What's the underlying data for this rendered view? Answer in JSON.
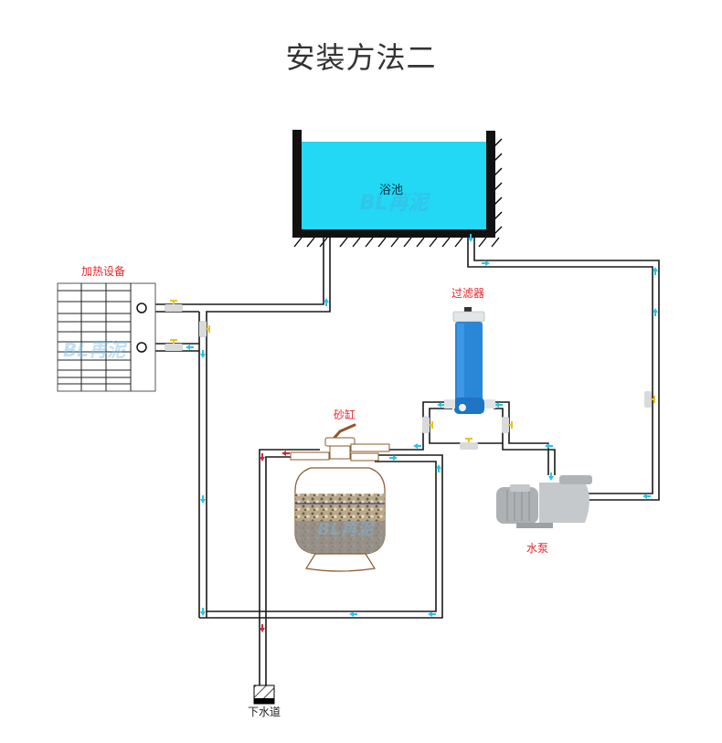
{
  "title": "安装方法二",
  "labels": {
    "pool": "浴池",
    "heater": "加热设备",
    "filter": "过滤器",
    "sand_tank": "砂缸",
    "pump": "水泵",
    "drain": "下水道"
  },
  "watermark": "BL再泥",
  "colors": {
    "water": "#22d8f5",
    "pool_wall": "#111111",
    "label": "#e8262c",
    "flow_arrow": "#29c4e8",
    "drain_arrow": "#d0283c",
    "valve_handle": "#e8c420",
    "filter_body": "#2a86d6",
    "pump_body": "#b8bbbd",
    "sand_tank_outline": "#8a5a2e"
  }
}
